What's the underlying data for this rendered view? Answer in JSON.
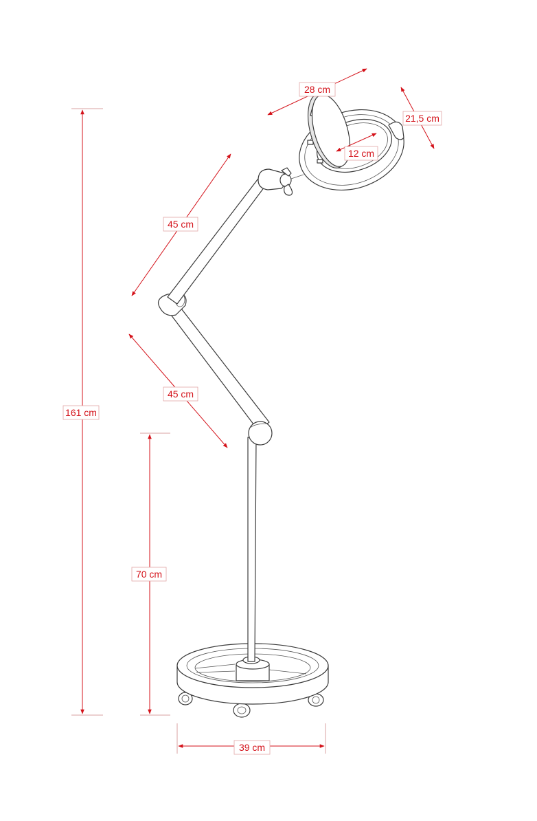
{
  "dimensions": {
    "total_height": "161 cm",
    "base_height": "70 cm",
    "upper_arm": "45 cm",
    "lower_arm": "45 cm",
    "lens_width": "28 cm",
    "head_depth": "21,5 cm",
    "lens_inner": "12 cm",
    "base_diameter": "39 cm"
  },
  "colors": {
    "dimension": "#d4121a",
    "outline": "#3a3a3a"
  }
}
